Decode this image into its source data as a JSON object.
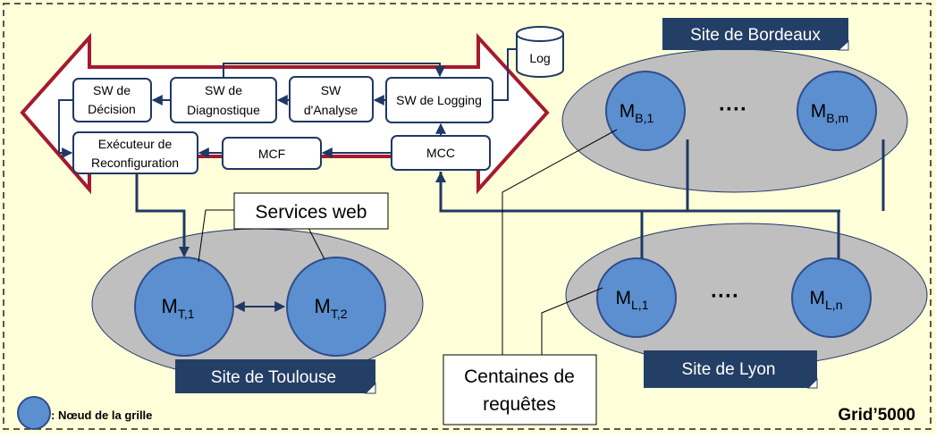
{
  "colors": {
    "background": "#FFFFD9",
    "border_dash": "#222222",
    "arrow_frame": "#A6192E",
    "box_stroke": "#1F3864",
    "ellipse_fill": "#BFBFBF",
    "node_fill": "#5B8FD0",
    "node_stroke": "#2F4E8C",
    "label_fill": "#243F66",
    "label_text": "#FFFFFF"
  },
  "components": {
    "decision": [
      "SW de",
      "Décision"
    ],
    "diagnostique": [
      "SW de",
      "Diagnostique"
    ],
    "analyse": [
      "SW",
      "d'Analyse"
    ],
    "logging": "SW de Logging",
    "log": "Log",
    "executeur": [
      "Exécuteur de",
      "Reconfiguration"
    ],
    "mcf": "MCF",
    "mcc": "MCC"
  },
  "sites": {
    "bordeaux": {
      "label": "Site de Bordeaux",
      "node_first": {
        "main": "M",
        "sub": "B,1"
      },
      "node_last": {
        "main": "M",
        "sub": "B,m"
      }
    },
    "lyon": {
      "label": "Site de Lyon",
      "node_first": {
        "main": "M",
        "sub": "L,1"
      },
      "node_last": {
        "main": "M",
        "sub": "L,n"
      }
    },
    "toulouse": {
      "label": "Site de Toulouse",
      "node_first": {
        "main": "M",
        "sub": "T,1"
      },
      "node_last": {
        "main": "M",
        "sub": "T,2"
      }
    }
  },
  "ellipsis": "····",
  "callouts": {
    "services_web": "Services web",
    "requetes": [
      "Centaines de",
      "requêtes"
    ]
  },
  "legend": {
    "text": ": Nœud de la grille"
  },
  "footer": "Grid’5000"
}
